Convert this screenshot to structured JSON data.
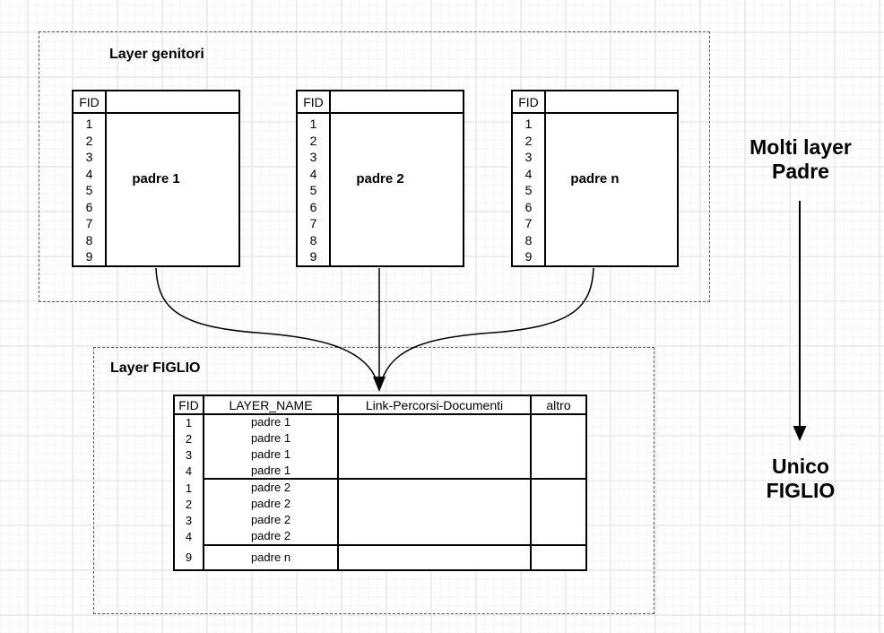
{
  "parents_section": {
    "label": "Layer genitori",
    "fid_header": "FID",
    "tables": [
      {
        "name": "padre 1",
        "fids": [
          "1",
          "2",
          "3",
          "4",
          "5",
          "6",
          "7",
          "8",
          "9"
        ]
      },
      {
        "name": "padre 2",
        "fids": [
          "1",
          "2",
          "3",
          "4",
          "5",
          "6",
          "7",
          "8",
          "9"
        ]
      },
      {
        "name": "padre n",
        "fids": [
          "1",
          "2",
          "3",
          "4",
          "5",
          "6",
          "7",
          "8",
          "9"
        ]
      }
    ]
  },
  "child_section": {
    "label": "Layer FIGLIO",
    "table": {
      "columns": [
        "FID",
        "LAYER_NAME",
        "Link-Percorsi-Documenti",
        "altro"
      ],
      "groups": [
        {
          "fids": [
            "1",
            "2",
            "3",
            "4"
          ],
          "layer_names": [
            "padre 1",
            "padre 1",
            "padre 1",
            "padre 1"
          ],
          "link_percorsi": "",
          "altro": ""
        },
        {
          "fids": [
            "1",
            "2",
            "3",
            "4"
          ],
          "layer_names": [
            "padre 2",
            "padre 2",
            "padre 2",
            "padre 2"
          ],
          "link_percorsi": "",
          "altro": ""
        },
        {
          "fids": [
            "9"
          ],
          "layer_names": [
            "padre n"
          ],
          "link_percorsi": "",
          "altro": ""
        }
      ]
    }
  },
  "annotations": {
    "top_right_line1": "Molti layer",
    "top_right_line2": "Padre",
    "bottom_right_line1": "Unico",
    "bottom_right_line2": "FIGLIO"
  },
  "colors": {
    "shape_stroke": "#000000",
    "dashed_box_stroke": "#595959",
    "grid_major": "#dcdcdc",
    "grid_fine": "#f3f3f3",
    "background": "#ffffff",
    "text": "#000000"
  }
}
